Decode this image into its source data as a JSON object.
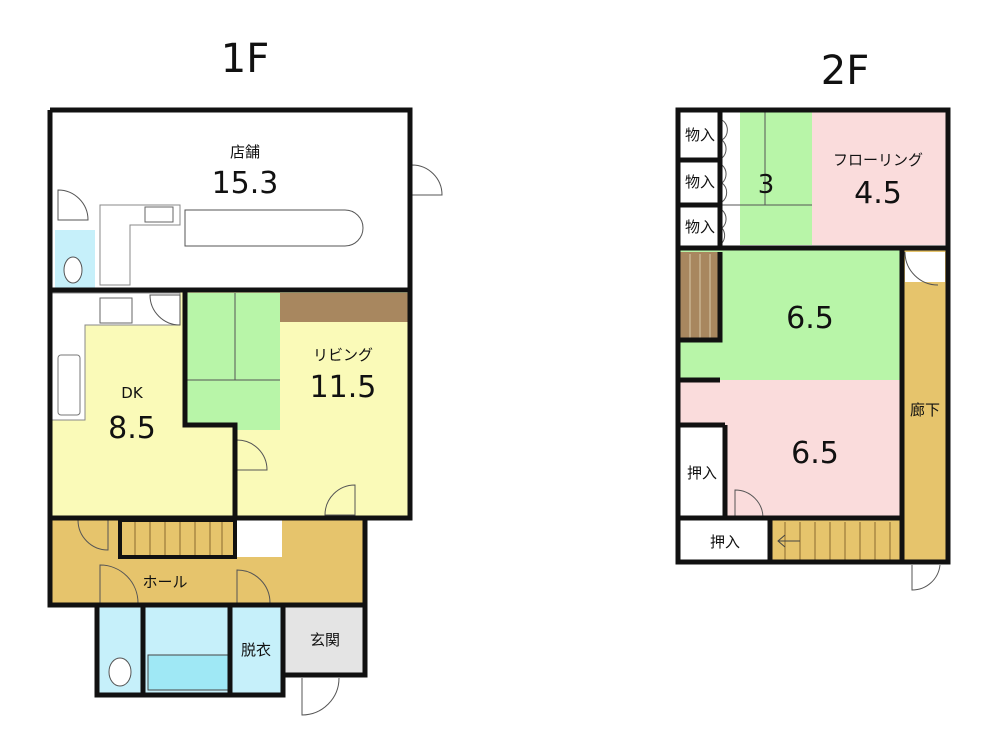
{
  "floors": [
    {
      "title": "1F",
      "rooms": {
        "store": {
          "name": "店舗",
          "size": "15.3"
        },
        "dk": {
          "name": "DK",
          "size": "8.5"
        },
        "living": {
          "name": "リビング",
          "size": "11.5"
        },
        "hall": {
          "name": "ホール"
        },
        "dressing": {
          "name": "脱衣"
        },
        "entrance": {
          "name": "玄関"
        }
      }
    },
    {
      "title": "2F",
      "rooms": {
        "storage1": {
          "name": "物入"
        },
        "storage2": {
          "name": "物入"
        },
        "storage3": {
          "name": "物入"
        },
        "tatami3": {
          "size": "3"
        },
        "flooring": {
          "name": "フローリング",
          "size": "4.5"
        },
        "room_green": {
          "size": "6.5"
        },
        "room_pink": {
          "size": "6.5"
        },
        "closet1": {
          "name": "押入"
        },
        "closet2": {
          "name": "押入"
        },
        "corridor": {
          "name": "廊下"
        }
      }
    }
  ],
  "colors": {
    "yellow": "#fafab8",
    "green": "#b8f5a8",
    "pink": "#fadcdc",
    "hall": "#e6c46c",
    "wet": "#c6f0fa",
    "wood": "#a8875f",
    "tile": "#e4e4e4"
  }
}
